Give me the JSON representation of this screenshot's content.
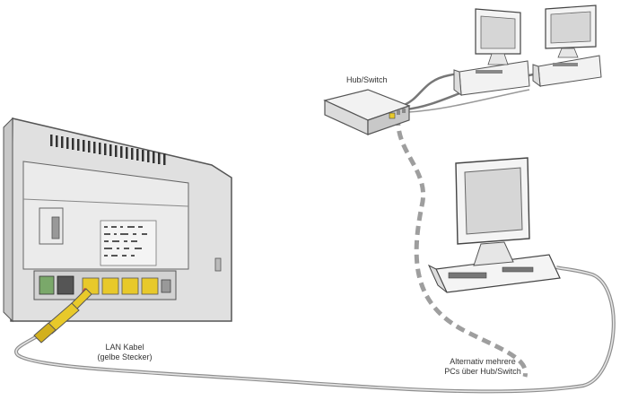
{
  "labels": {
    "hub_switch": "Hub/Switch",
    "lan_cable_line1": "LAN Kabel",
    "lan_cable_line2": "(gelbe Stecker)",
    "alternative_line1": "Alternativ mehrere",
    "alternative_line2": "PCs über Hub/Switch"
  },
  "colors": {
    "router_body": "#dcdcdc",
    "router_outline": "#555555",
    "lan_plug": "#e8c92a",
    "dsl_plug": "#d44040",
    "cable": "#9a9a9a",
    "monitor_screen": "#d6d6d6"
  }
}
